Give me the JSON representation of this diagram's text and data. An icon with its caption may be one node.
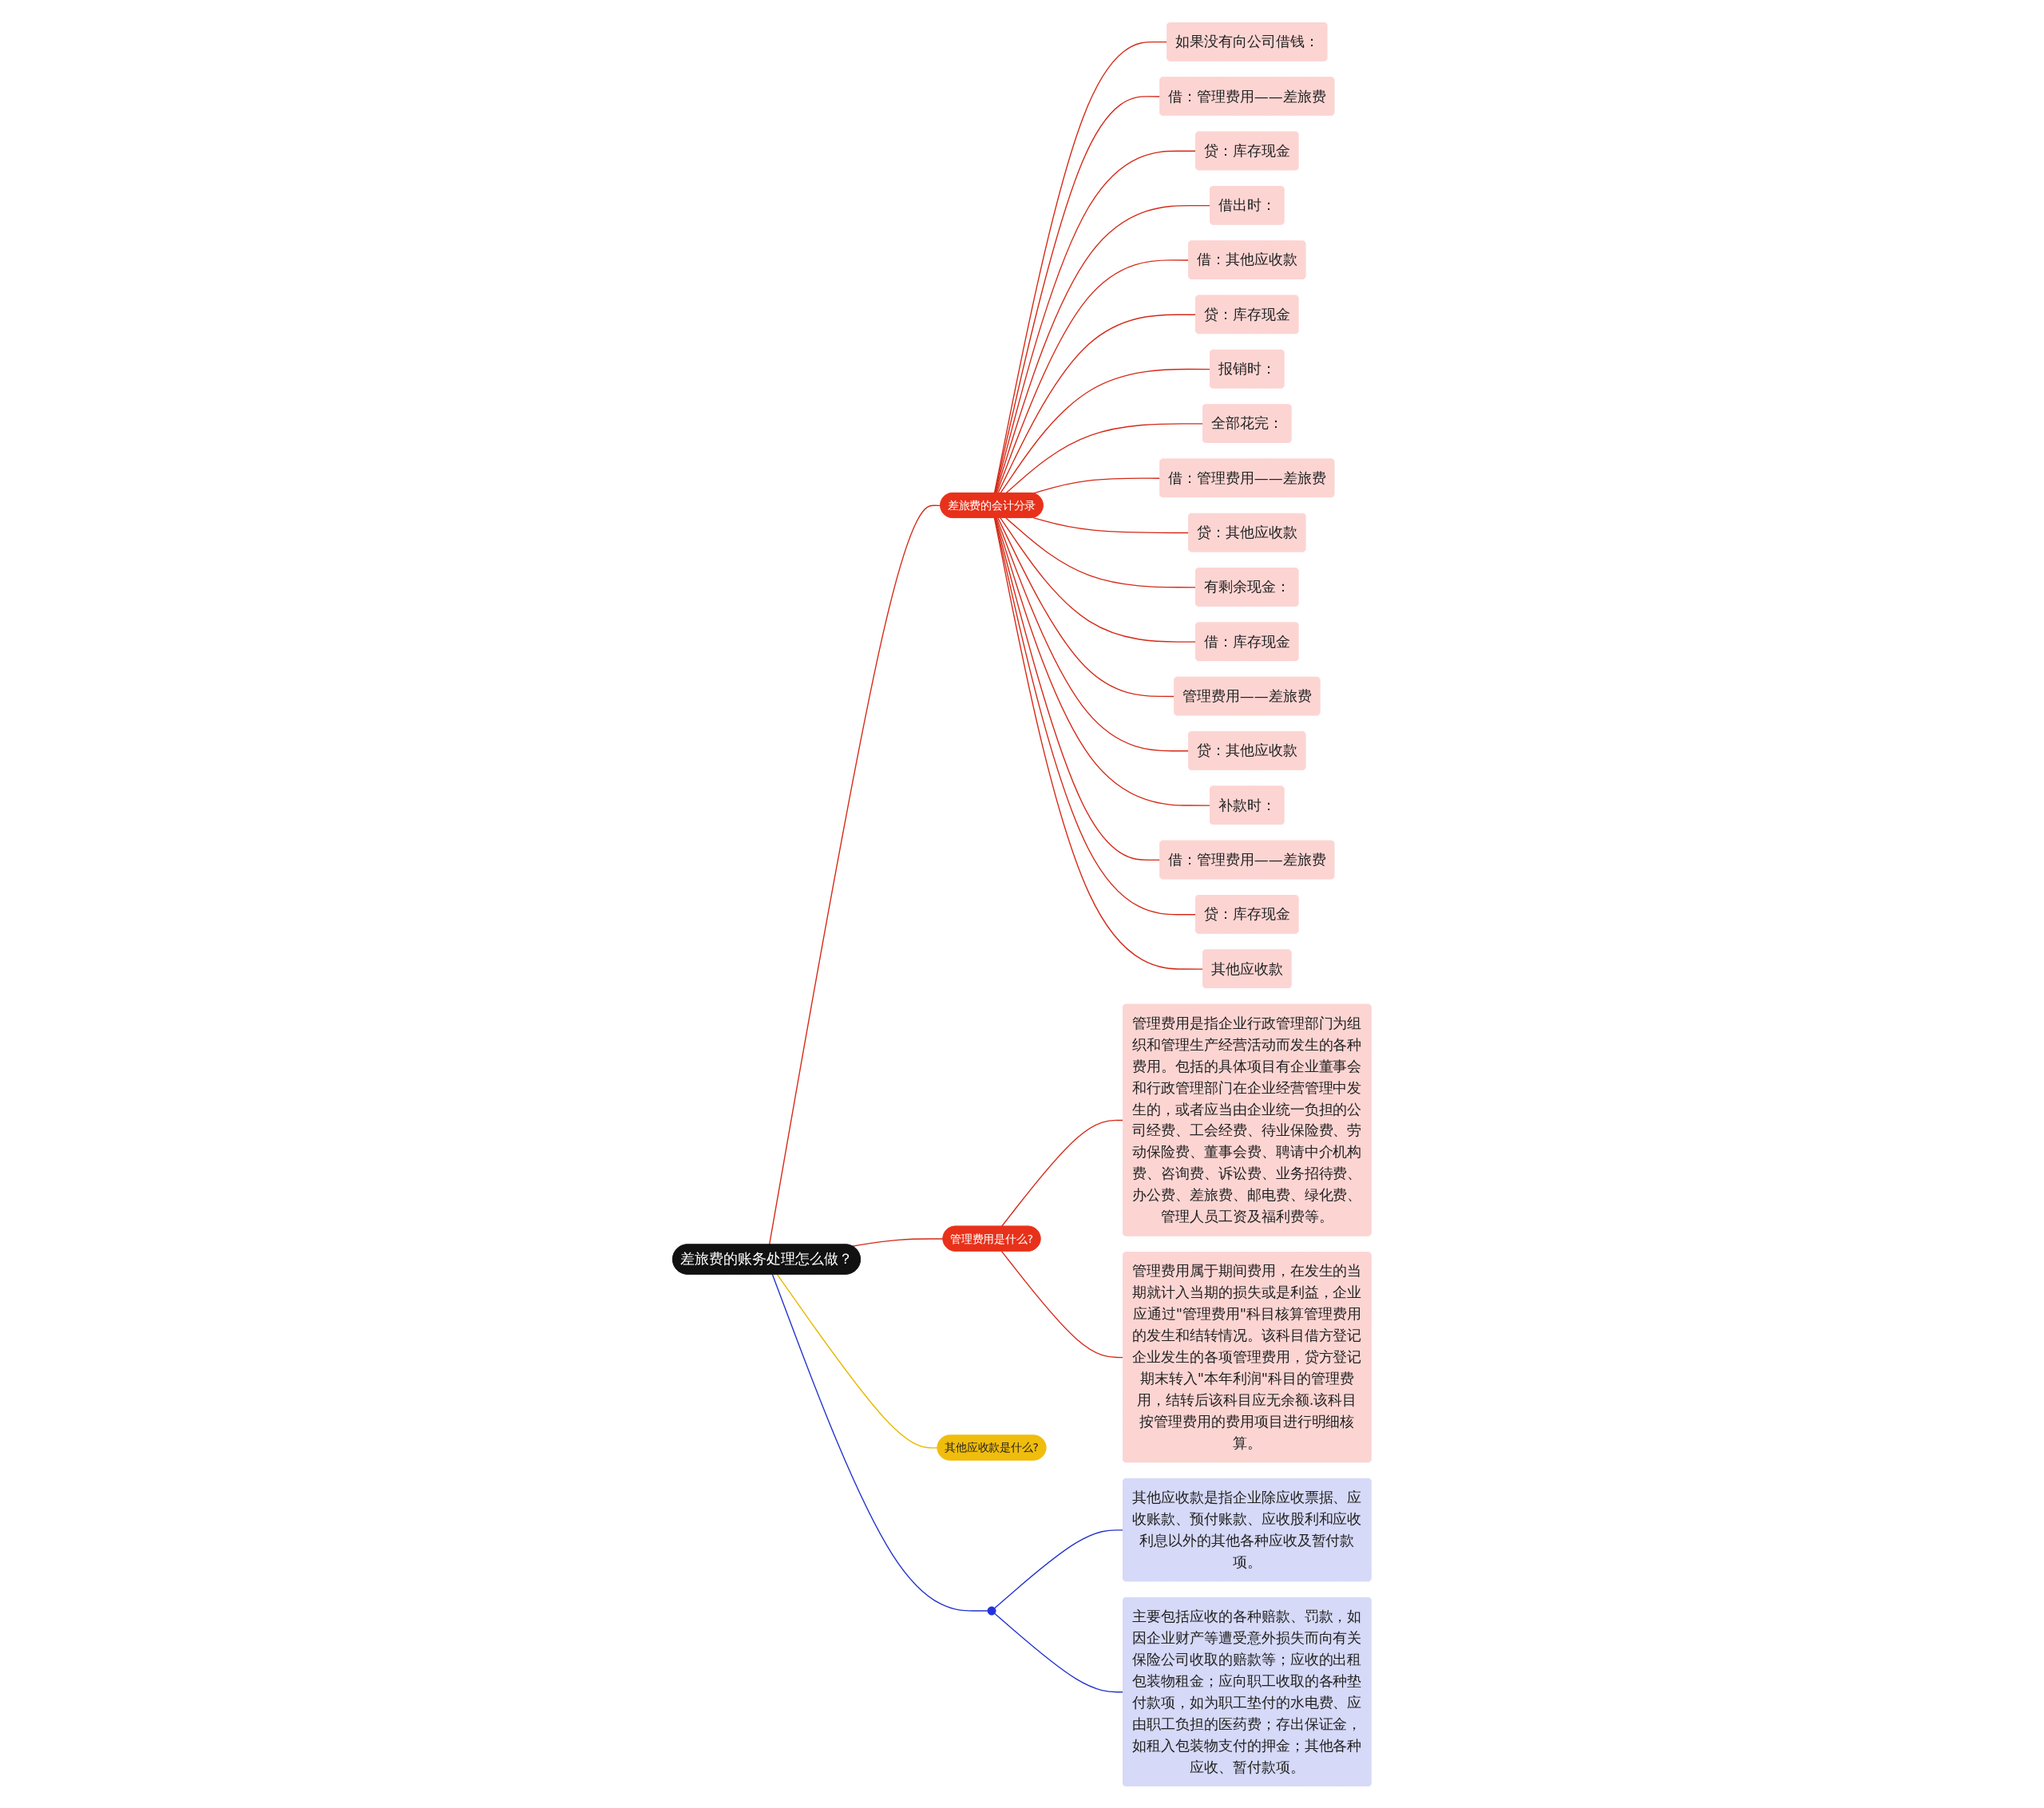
{
  "diagram": {
    "nodes": [
      {
        "text": [
          "差旅费的账务处理怎么做？"
        ]
      },
      {
        "text": [
          "差旅费的会计分录"
        ]
      },
      {
        "text": [
          "如果没有向公司借钱："
        ]
      },
      {
        "text": [
          "借：管理费用——差旅费"
        ]
      },
      {
        "text": [
          "贷：库存现金"
        ]
      },
      {
        "text": [
          "借出时："
        ]
      },
      {
        "text": [
          "借：其他应收款"
        ]
      },
      {
        "text": [
          "贷：库存现金"
        ]
      },
      {
        "text": [
          "报销时："
        ]
      },
      {
        "text": [
          "全部花完："
        ]
      },
      {
        "text": [
          "借：管理费用——差旅费"
        ]
      },
      {
        "text": [
          "贷：其他应收款"
        ]
      },
      {
        "text": [
          "有剩余现金："
        ]
      },
      {
        "text": [
          "借：库存现金"
        ]
      },
      {
        "text": [
          "管理费用——差旅费"
        ]
      },
      {
        "text": [
          "贷：其他应收款"
        ]
      },
      {
        "text": [
          "补款时："
        ]
      },
      {
        "text": [
          "借：管理费用——差旅费"
        ]
      },
      {
        "text": [
          "贷：库存现金"
        ]
      },
      {
        "text": [
          "其他应收款"
        ]
      },
      {
        "text": [
          "管理费用是什么?"
        ]
      },
      {
        "text": [
          "管理费用是指企业行政管理部门为组织和管理生产经营活动而发生的各种费用。包括的具体项目有企业董事会和行政管理部门在企业经营管理中发生的，或者应当由企业统一负担的公司经费、工会经费、待业保险费、劳动保险费、董事会费、聘请中介机构费、咨询费、诉讼费、业务招待费、办公费、差旅费、邮电费、绿化费、管理人员工资及福利费等。"
        ]
      },
      {
        "text": [
          "管理费用属于期间费用，在发生的当期就计入当期的损失或是利益，企业应通过\"管理费用\"科目核算管理费用的发生和结转情况。该科目借方登记企业发生的各项管理费用，贷方登记期末转入\"本年利润\"科目的管理费用，结转后该科目应无余额.该科目按管理费用的费用项目进行明细核算。"
        ]
      },
      {
        "text": [],
        "shape": "circle"
      },
      {
        "text": [
          "其他应收款是指企业除应收票据、应收账款、预付账款、应收股利和应收利息以外的其他各种应收及暂付款项。"
        ]
      },
      {
        "text": [
          "主要包括应收的各种赔款、罚款，如因企业财产等遭受意外损失而向有关保险公司收取的赔款等；应收的出租包装物租金；应向职工收取的各种垫付款项，如为职工垫付的水电费、应由职工负担的医药费；存出保证金，如租入包装物支付的押金；其他各种应收、暂付款项。"
        ]
      },
      {
        "text": [
          "其他应收款是什么?"
        ]
      }
    ],
    "edges": [
      {
        "from": 0,
        "to": 1,
        "arrow": "none"
      },
      {
        "from": 1,
        "to": 2,
        "arrow": "none"
      },
      {
        "from": 1,
        "to": 3,
        "arrow": "none"
      },
      {
        "from": 1,
        "to": 4,
        "arrow": "none"
      },
      {
        "from": 1,
        "to": 5,
        "arrow": "none"
      },
      {
        "from": 1,
        "to": 6,
        "arrow": "none"
      },
      {
        "from": 1,
        "to": 7,
        "arrow": "none"
      },
      {
        "from": 1,
        "to": 8,
        "arrow": "none"
      },
      {
        "from": 1,
        "to": 9,
        "arrow": "none"
      },
      {
        "from": 1,
        "to": 10,
        "arrow": "none"
      },
      {
        "from": 1,
        "to": 11,
        "arrow": "none"
      },
      {
        "from": 1,
        "to": 12,
        "arrow": "none"
      },
      {
        "from": 1,
        "to": 13,
        "arrow": "none"
      },
      {
        "from": 1,
        "to": 14,
        "arrow": "none"
      },
      {
        "from": 1,
        "to": 15,
        "arrow": "none"
      },
      {
        "from": 1,
        "to": 16,
        "arrow": "none"
      },
      {
        "from": 1,
        "to": 17,
        "arrow": "none"
      },
      {
        "from": 1,
        "to": 18,
        "arrow": "none"
      },
      {
        "from": 1,
        "to": 19,
        "arrow": "none"
      },
      {
        "from": 0,
        "to": 20,
        "arrow": "none"
      },
      {
        "from": 20,
        "to": 21,
        "arrow": "none"
      },
      {
        "from": 20,
        "to": 22,
        "arrow": "none"
      },
      {
        "from": 0,
        "to": 23,
        "arrow": "none",
        "color": "#2233cc"
      },
      {
        "from": 23,
        "to": 24,
        "arrow": "none",
        "color": "#2233cc"
      },
      {
        "from": 23,
        "to": 25,
        "arrow": "none",
        "color": "#2233cc"
      },
      {
        "from": 0,
        "to": 26,
        "arrow": "none",
        "color": "#e6b800"
      }
    ]
  }
}
